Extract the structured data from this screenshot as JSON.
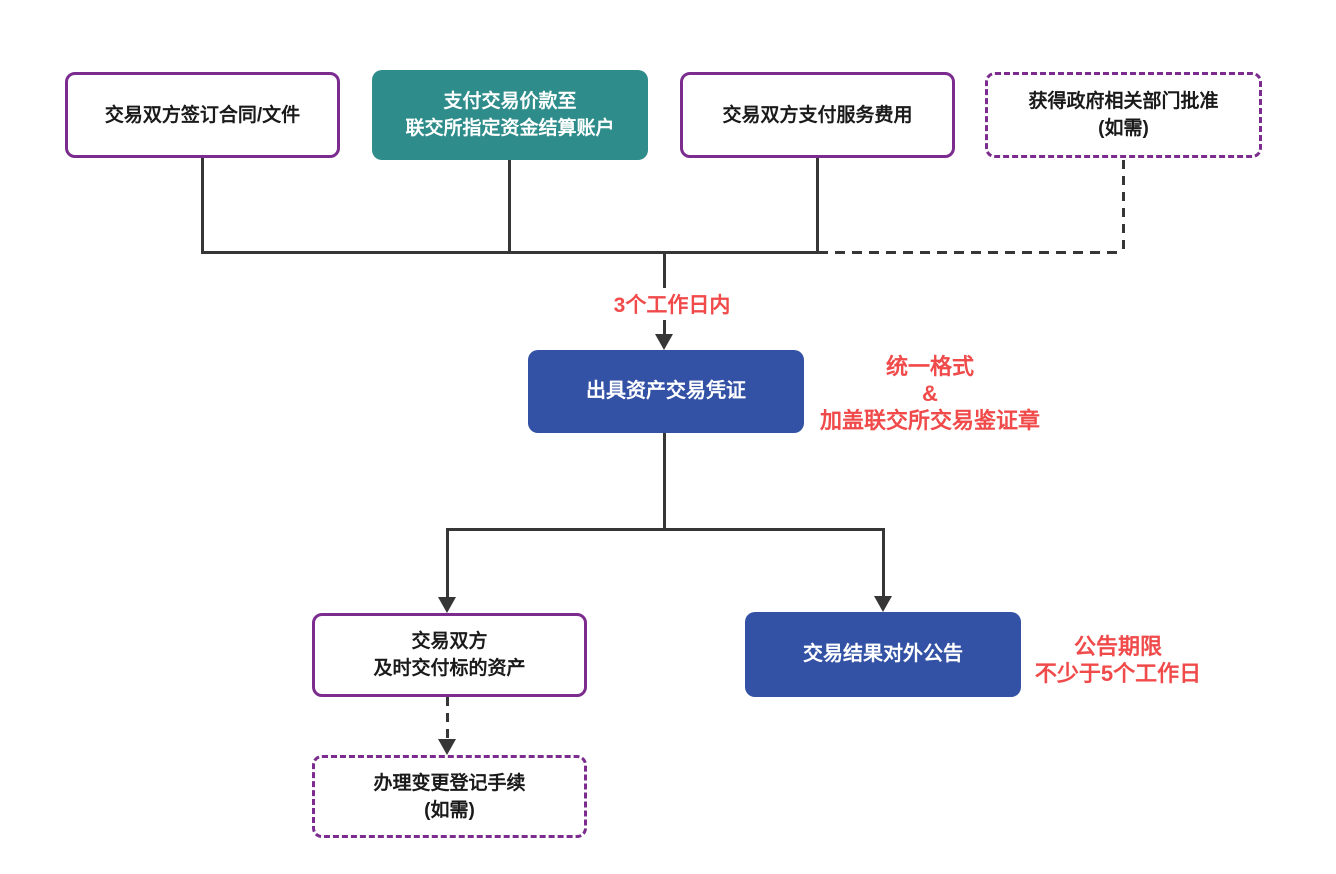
{
  "colors": {
    "purple": "#7B2C8E",
    "teal": "#2E8C8A",
    "blue": "#3351A5",
    "red": "#F04A4A",
    "line": "#363636",
    "text_dark": "#1A1A1A"
  },
  "nodes": {
    "sign_contract": {
      "lines": [
        "交易双方签订合同/文件"
      ]
    },
    "pay_price": {
      "lines": [
        "支付交易价款至",
        "联交所指定资金结算账户"
      ]
    },
    "pay_service_fee": {
      "lines": [
        "交易双方支付服务费用"
      ]
    },
    "gov_approval": {
      "lines": [
        "获得政府相关部门批准",
        "(如需)"
      ]
    },
    "issue_certificate": {
      "lines": [
        "出具资产交易凭证"
      ]
    },
    "deliver_assets": {
      "lines": [
        "交易双方",
        "及时交付标的资产"
      ]
    },
    "announce_result": {
      "lines": [
        "交易结果对外公告"
      ]
    },
    "change_registration": {
      "lines": [
        "办理变更登记手续",
        "(如需)"
      ]
    }
  },
  "annotations": {
    "deadline": "3个工作日内",
    "certificate_note": {
      "line1": "统一格式",
      "line2": "&",
      "line3": "加盖联交所交易鉴证章"
    },
    "announcement_note": {
      "line1": "公告期限",
      "line2": "不少于5个工作日"
    }
  }
}
